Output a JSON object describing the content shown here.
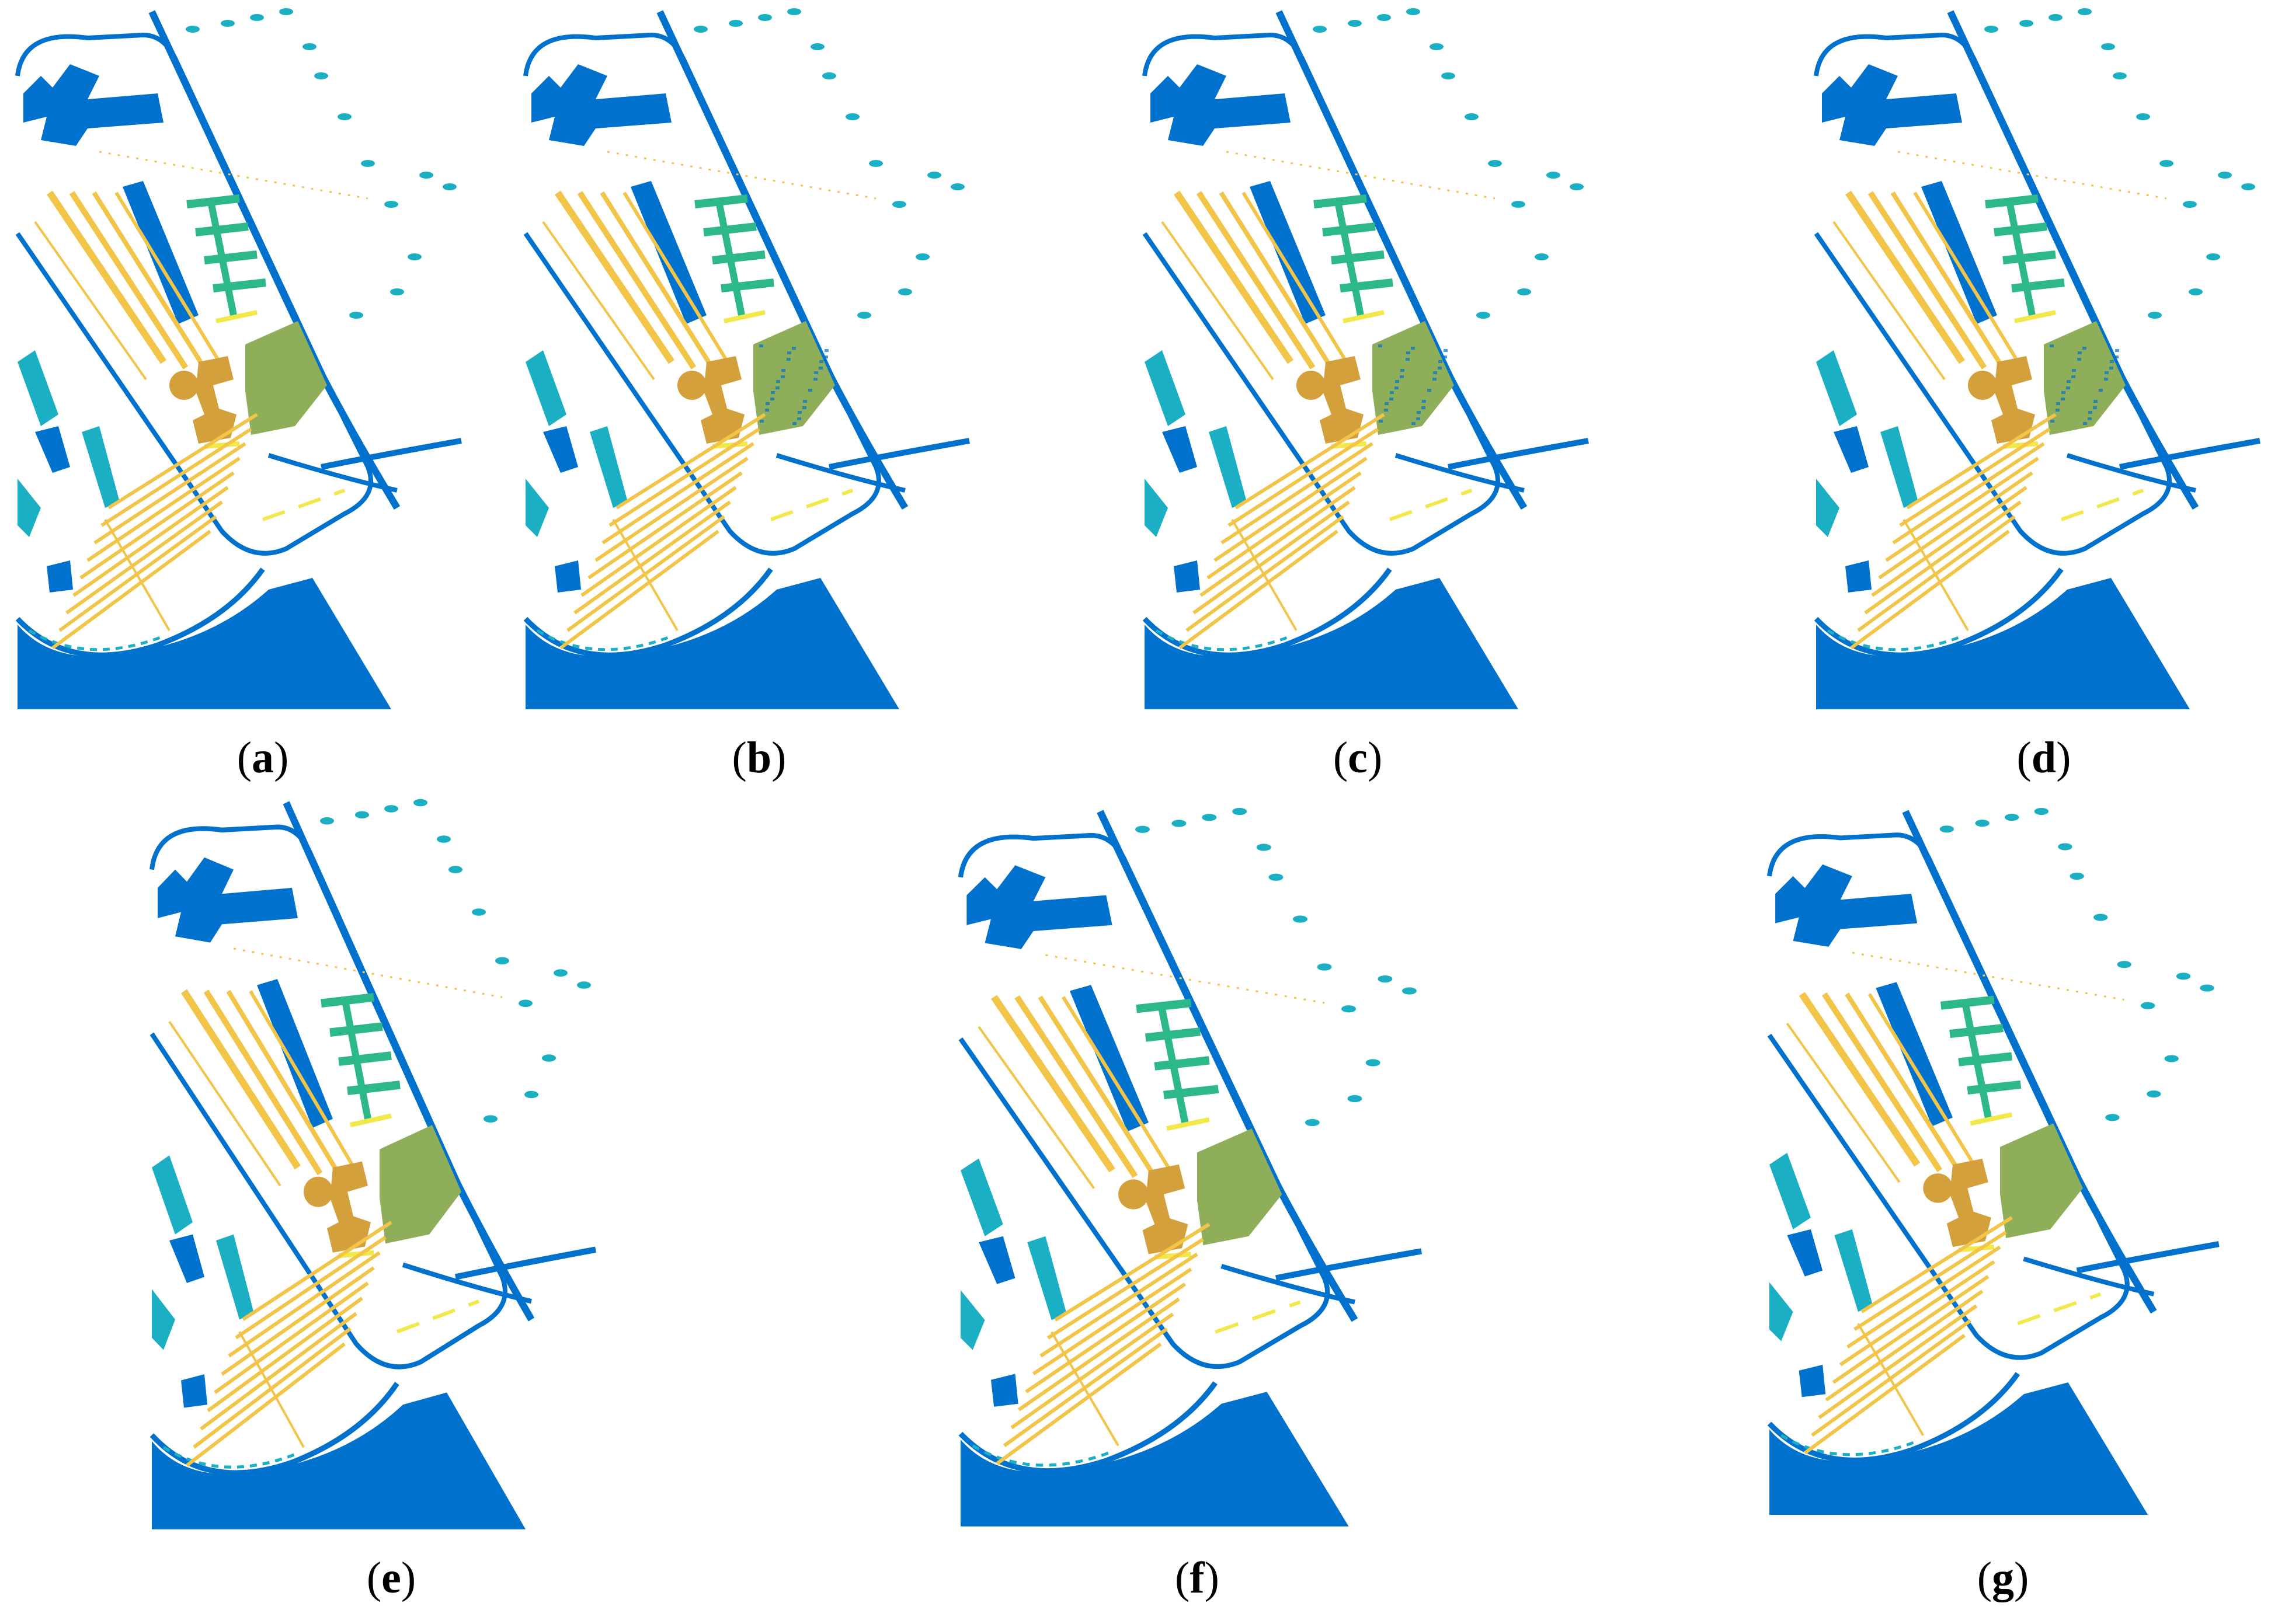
{
  "figure": {
    "panels": [
      {
        "id": "a",
        "label": "a"
      },
      {
        "id": "b",
        "label": "b"
      },
      {
        "id": "c",
        "label": "c"
      },
      {
        "id": "d",
        "label": "d"
      },
      {
        "id": "e",
        "label": "e"
      },
      {
        "id": "f",
        "label": "f"
      },
      {
        "id": "g",
        "label": "g"
      }
    ]
  },
  "colors": {
    "asphalt": "#0072CE",
    "meadows": "#8FAE5A",
    "gravel": "#F2C447",
    "trees": "#2DB88A",
    "metal_sheets": "#1BAFC4",
    "bare_soil": "#D4A03C",
    "bitumen": "#1E90D0",
    "bricks": "#E8C23A",
    "shadows": "#F3E84A",
    "background": "#FFFFFF"
  }
}
